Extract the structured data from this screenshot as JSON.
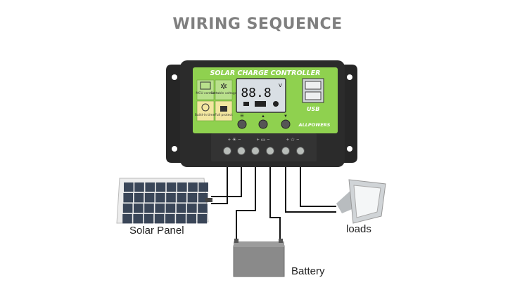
{
  "title": "WIRING SEQUENCE",
  "controller": {
    "name": "SOLAR CHARGE CONTROLLER",
    "display_value": "88.8",
    "display_unit": "V",
    "usb_label": "USB",
    "brand": "ALLPOWERS",
    "features": [
      "MCU control",
      "Settable voltage",
      "Build-in timer",
      "Full protect"
    ],
    "buttons": [
      "☰",
      "▲",
      "▼"
    ],
    "terminal_groups": [
      "+ ☀ −",
      "+ ▭ −",
      "+ ☆ −"
    ]
  },
  "labels": {
    "solar_panel": "Solar Panel",
    "loads": "loads",
    "battery": "Battery"
  },
  "colors": {
    "title": "#7f7f7f",
    "controller_body": "#2b2b2b",
    "face_panel": "#8fd14f",
    "lcd": "#d9dfe4",
    "wire": "#111111",
    "battery": "#8a8a8a"
  }
}
